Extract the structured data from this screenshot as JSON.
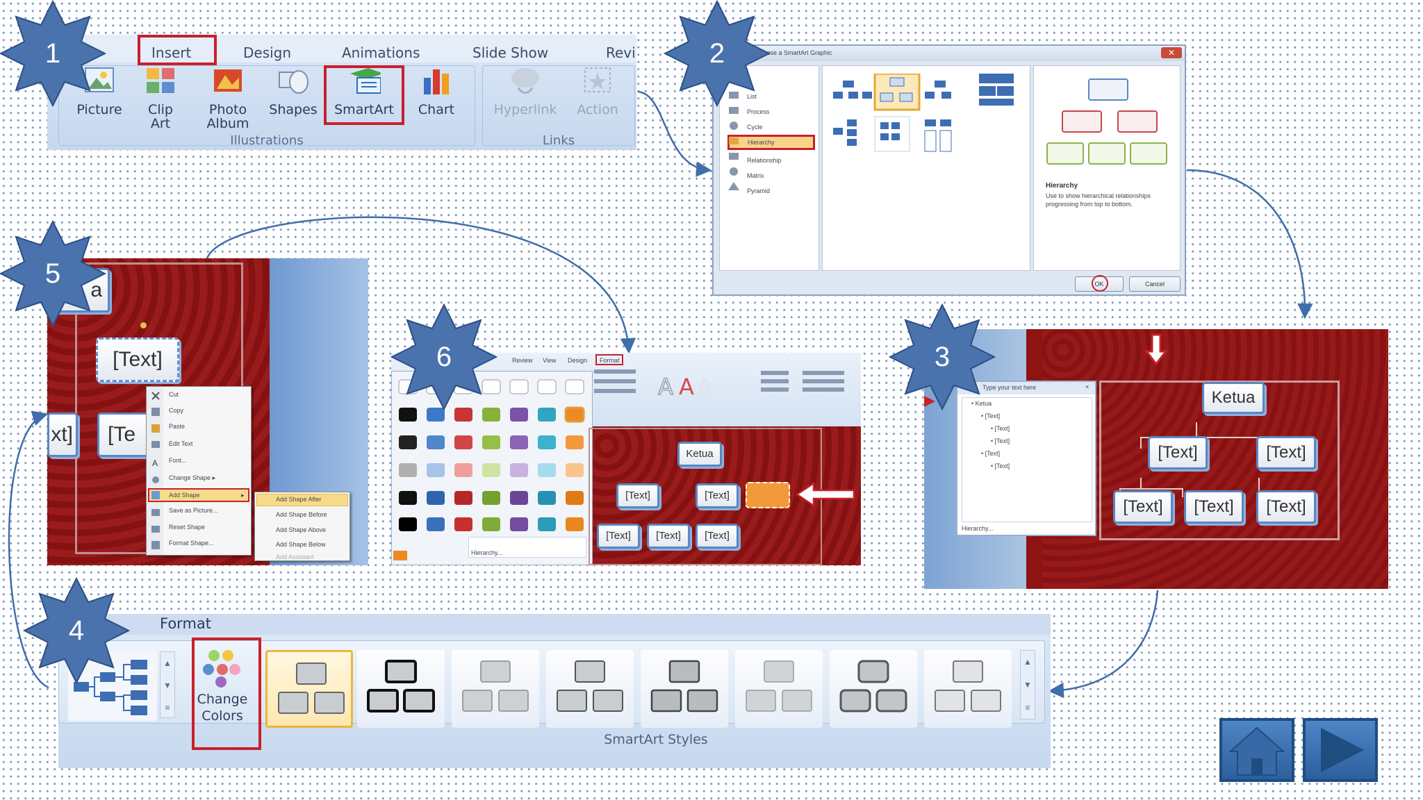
{
  "steps": [
    "1",
    "2",
    "3",
    "4",
    "5",
    "6"
  ],
  "ribbon1": {
    "tabs": [
      "Insert",
      "Design",
      "Animations",
      "Slide Show",
      "Revi"
    ],
    "buttons": [
      "Picture",
      "Clip Art",
      "Photo Album",
      "Shapes",
      "SmartArt",
      "Chart",
      "Hyperlink",
      "Action"
    ],
    "groups": [
      "Illustrations",
      "Links"
    ]
  },
  "dialog2": {
    "title": "Choose a SmartArt Graphic",
    "categories": [
      "List",
      "Process",
      "Cycle",
      "Hierarchy",
      "Relationship",
      "Matrix",
      "Pyramid"
    ],
    "preview_title": "Hierarchy",
    "preview_desc": "Use to show hierarchical relationships progressing from top to bottom.",
    "ok": "OK",
    "cancel": "Cancel"
  },
  "pane3": {
    "title": "Type your text here",
    "items": [
      "Ketua",
      "[Text]",
      "[Text]",
      "[Text]",
      "[Text]",
      "[Text]"
    ],
    "footer": "Hierarchy...",
    "nodes": [
      "Ketua",
      "[Text]",
      "[Text]",
      "[Text]",
      "[Text]",
      "[Text]"
    ]
  },
  "ribbon4": {
    "tab": "Format",
    "change_colors": "Change Colors",
    "group": "SmartArt Styles"
  },
  "panel5": {
    "nodes": [
      "a",
      "[Text]",
      "xt]",
      "[Te"
    ],
    "menu": [
      "Cut",
      "Copy",
      "Paste",
      "Edit Text",
      "Font...",
      "Change Shape",
      "Add Shape",
      "Save as Picture...",
      "Reset Shape",
      "Format Shape..."
    ],
    "submenu": [
      "Add Shape After",
      "Add Shape Before",
      "Add Shape Above",
      "Add Shape Below",
      "Add Assistant"
    ]
  },
  "panel6": {
    "tabs": [
      "Review",
      "View",
      "Design",
      "Format"
    ],
    "nodes": [
      "Ketua",
      "[Text]",
      "[Text]",
      "[Text]",
      "[Text]",
      "[Text]"
    ],
    "footer": "Hierarchy..."
  },
  "nav": {
    "home": "home-icon",
    "next": "play-icon"
  },
  "colors": {
    "seal": "#4a72ad",
    "red": "#c8202c",
    "slide_red": "#8e1414",
    "arrow": "#3f6ea8"
  }
}
